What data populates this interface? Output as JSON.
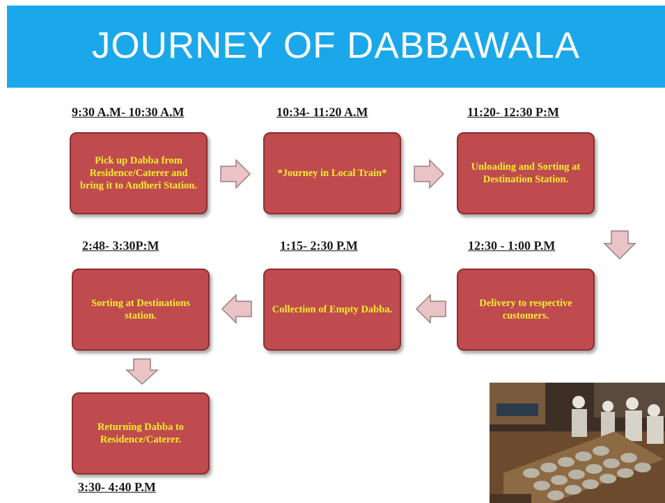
{
  "title": "JOURNEY OF DABBAWALA",
  "steps": [
    {
      "time": "9:30 A.M- 10:30 A.M",
      "text": "Pick up Dabba from Residence/Caterer and bring it to Andheri Station."
    },
    {
      "time": "10:34- 11:20 A.M",
      "text": "*Journey in Local Train*"
    },
    {
      "time": "11:20- 12:30 P:M",
      "text": "Unloading and Sorting at Destination Station."
    },
    {
      "time": "12:30 - 1:00 P.M",
      "text": "Delivery to respective customers."
    },
    {
      "time": "1:15- 2:30 P.M",
      "text": "Collection of Empty Dabba."
    },
    {
      "time": "2:48- 3:30P:M",
      "text": "Sorting at Destinations station."
    },
    {
      "time": "3:30- 4:40 P.M",
      "text": "Returning Dabba to Residence/Caterer."
    }
  ],
  "colors": {
    "banner": "#1aa8ea",
    "box_fill": "#bf4b4f",
    "box_text": "#f6ee2a",
    "arrow_fill": "#e9c3c5"
  }
}
